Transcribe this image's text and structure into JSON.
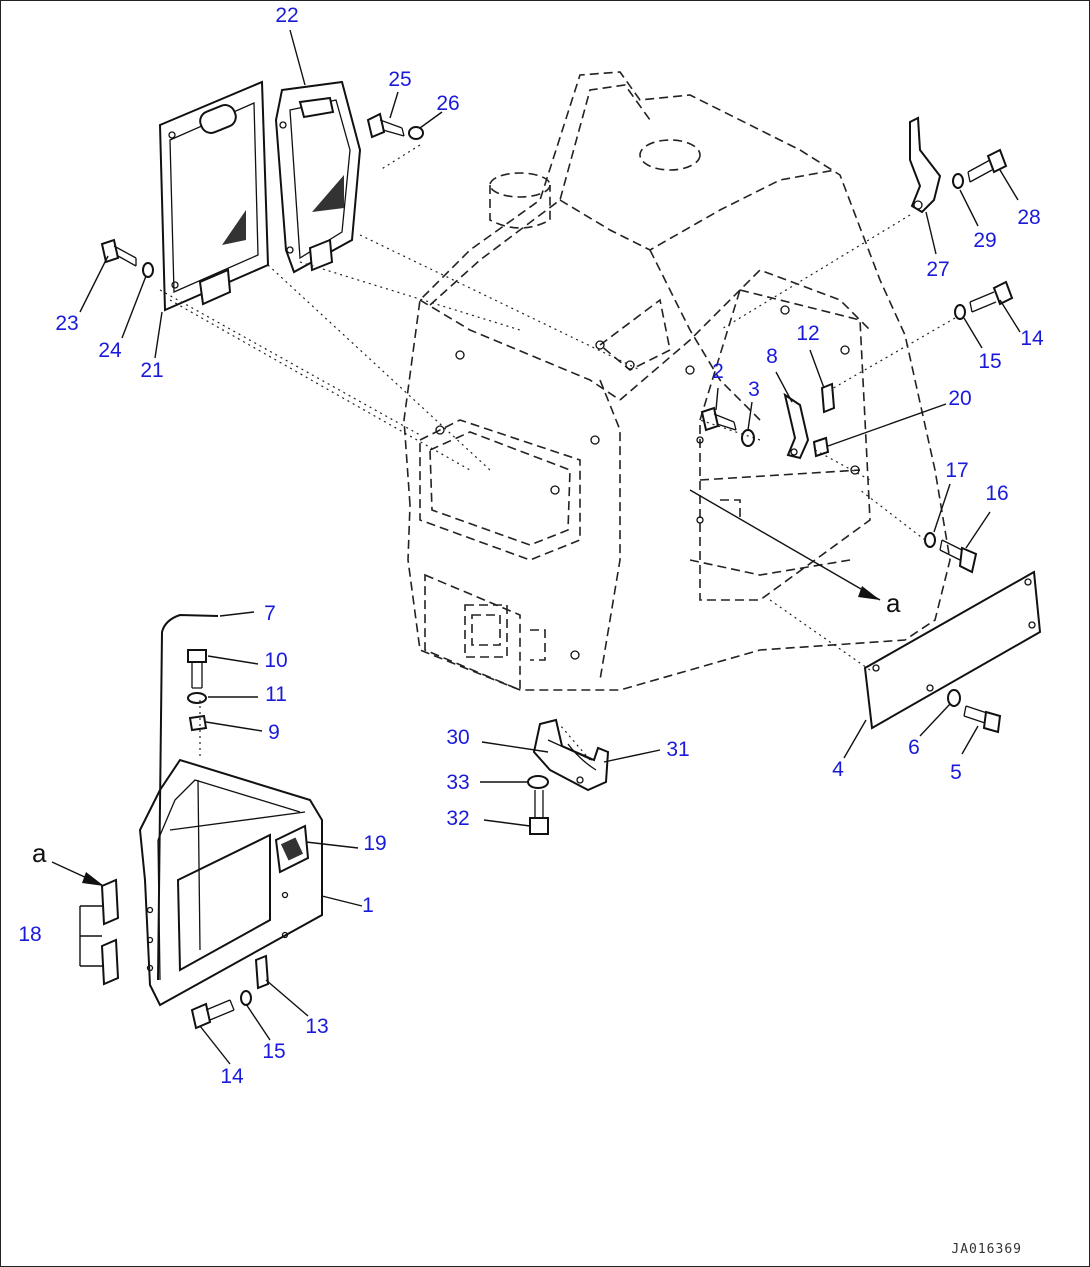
{
  "callouts": [
    {
      "id": "22",
      "label": "22"
    },
    {
      "id": "25",
      "label": "25"
    },
    {
      "id": "26",
      "label": "26"
    },
    {
      "id": "28",
      "label": "28"
    },
    {
      "id": "29",
      "label": "29"
    },
    {
      "id": "27",
      "label": "27"
    },
    {
      "id": "23",
      "label": "23"
    },
    {
      "id": "24",
      "label": "24"
    },
    {
      "id": "21",
      "label": "21"
    },
    {
      "id": "14a",
      "label": "14"
    },
    {
      "id": "15a",
      "label": "15"
    },
    {
      "id": "12",
      "label": "12"
    },
    {
      "id": "8",
      "label": "8"
    },
    {
      "id": "2",
      "label": "2"
    },
    {
      "id": "3",
      "label": "3"
    },
    {
      "id": "20",
      "label": "20"
    },
    {
      "id": "17",
      "label": "17"
    },
    {
      "id": "16",
      "label": "16"
    },
    {
      "id": "7",
      "label": "7"
    },
    {
      "id": "10",
      "label": "10"
    },
    {
      "id": "11",
      "label": "11"
    },
    {
      "id": "9",
      "label": "9"
    },
    {
      "id": "30",
      "label": "30"
    },
    {
      "id": "31",
      "label": "31"
    },
    {
      "id": "33",
      "label": "33"
    },
    {
      "id": "32",
      "label": "32"
    },
    {
      "id": "4",
      "label": "4"
    },
    {
      "id": "6",
      "label": "6"
    },
    {
      "id": "5",
      "label": "5"
    },
    {
      "id": "19",
      "label": "19"
    },
    {
      "id": "1",
      "label": "1"
    },
    {
      "id": "18",
      "label": "18"
    },
    {
      "id": "13",
      "label": "13"
    },
    {
      "id": "15b",
      "label": "15"
    },
    {
      "id": "14b",
      "label": "14"
    }
  ],
  "references": {
    "a_main": "a",
    "a_panel": "a"
  },
  "drawing_code": "JA016369",
  "colors": {
    "callout": "#1a1adb",
    "line": "#111111",
    "background": "#ffffff"
  }
}
